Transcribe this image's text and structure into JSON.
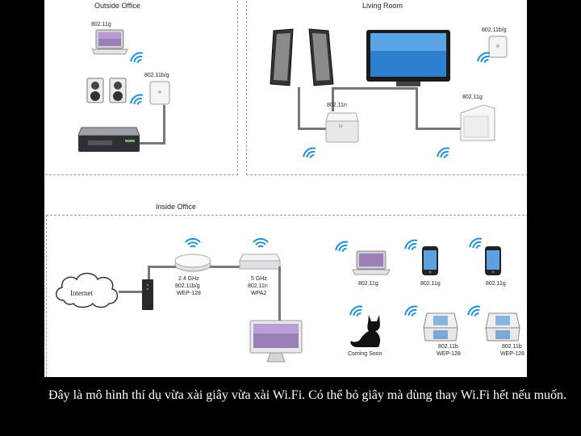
{
  "diagram": {
    "sections": {
      "outside": "Outside Office",
      "living": "Living Room",
      "inside": "Inside Office"
    },
    "labels": {
      "outside_laptop": "802.11g",
      "outside_ap": "802.11b/g",
      "living_ap": "802.11b/g",
      "living_appletv": "802.11n",
      "living_wii": "802.11g",
      "inside_cloud": "Internet",
      "inside_airport_1": "2.4 GHz",
      "inside_airport_2": "802.11b/g",
      "inside_airport_3": "WEP-128",
      "inside_router_1": "5 GHz",
      "inside_router_2": "802.11n",
      "inside_router_3": "WPA2",
      "inside_laptop": "802.11g",
      "inside_phone1": "802.11g",
      "inside_phone2": "802.11g",
      "inside_cat": "Coming Soon",
      "inside_ds1_1": "802.11b",
      "inside_ds1_2": "WEP-128",
      "inside_ds2_1": "802.11b",
      "inside_ds2_2": "WEP-128"
    }
  },
  "caption": "Đây là mô hình thí dụ vừa xài giây vừa xài Wi.Fi. Có thể bỏ giây mà dùng thay Wi.Fi hết nếu muốn.",
  "colors": {
    "background": "#000000",
    "diagram_bg": "#ffffff",
    "wifi": "#1f8fd6",
    "caption": "#ffffff"
  }
}
